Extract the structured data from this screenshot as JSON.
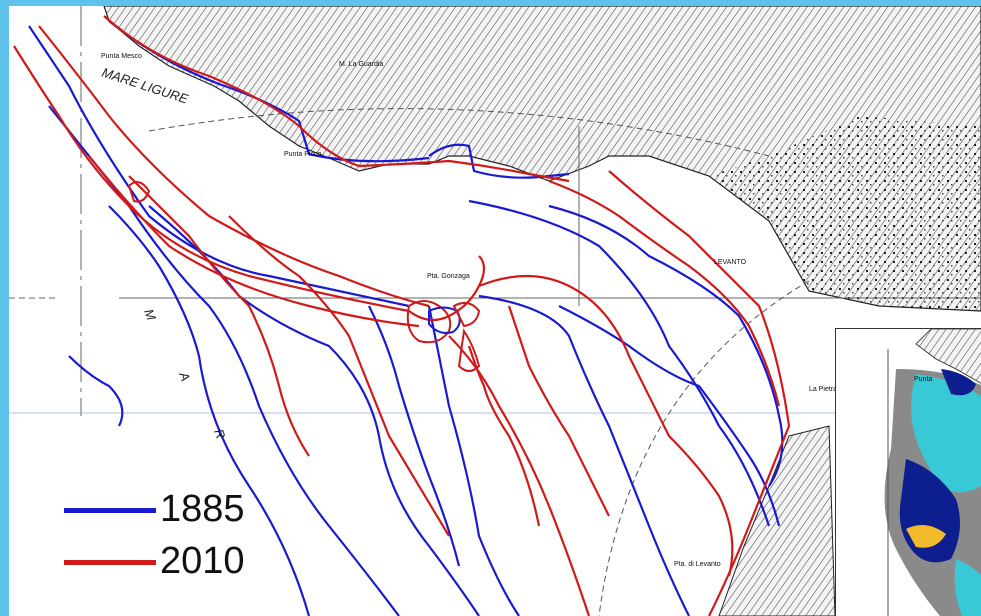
{
  "map": {
    "sea_name": "MARE LIGURE",
    "vertical_sea_letters": [
      "M",
      "A",
      "R"
    ],
    "place_labels": {
      "punta_mesco": "Punta Mesco",
      "monte": "M. La Guardia",
      "levanto": "LEVANTO",
      "punta_picco": "Punta Picco",
      "centre_rock": "Pta. Gonzaga",
      "inset_punta": "Punta",
      "la_pietra": "La Pietra",
      "south_shore": "Pta. di Levanto"
    },
    "colors": {
      "sea": "#ffffff",
      "land_hatch": "#3a3a3a",
      "frame": "#5fc2ea"
    }
  },
  "legend": {
    "items": [
      {
        "label": "1885",
        "color": "#1a1ad0"
      },
      {
        "label": "2010",
        "color": "#d01a1a"
      }
    ]
  },
  "inset": {
    "colors": {
      "deep": "#0d1f8f",
      "mid": "#38c8d6",
      "grey": "#8a8a8a",
      "sand": "#f2b92a"
    }
  }
}
